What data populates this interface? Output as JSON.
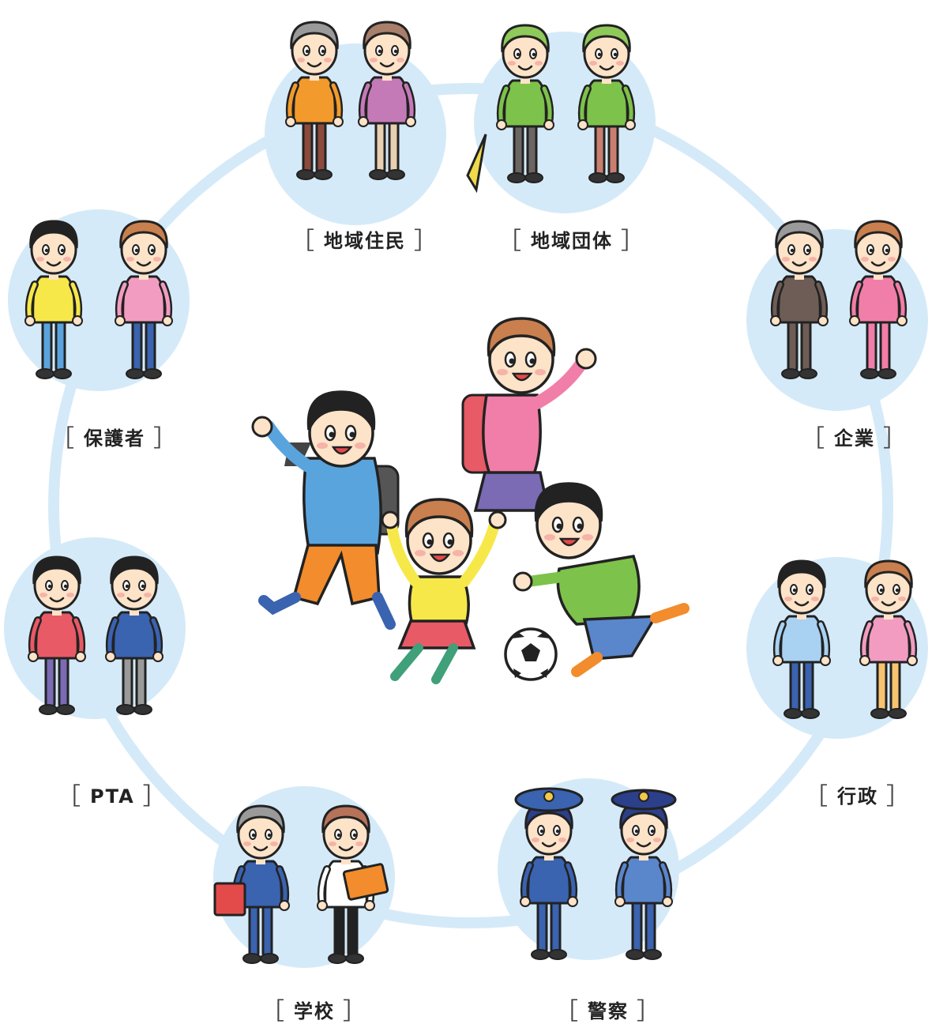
{
  "colors": {
    "ring": "#d5eaf8",
    "bubble": "#d5eaf8",
    "outline": "#222222",
    "skin": "#fde3c8"
  },
  "center": {
    "group_label": "",
    "characters": [
      "boy-with-backpack",
      "girl-with-backpack",
      "girl-yellow-shirt",
      "boy-running",
      "soccer-ball"
    ]
  },
  "groups": [
    {
      "id": "residents",
      "label": "地域住民",
      "icon": "elderly-couple-icon"
    },
    {
      "id": "community",
      "label": "地域団体",
      "icon": "community-volunteers-icon"
    },
    {
      "id": "company",
      "label": "企業",
      "icon": "business-people-icon"
    },
    {
      "id": "government",
      "label": "行政",
      "icon": "city-staff-icon"
    },
    {
      "id": "police",
      "label": "警察",
      "icon": "police-officers-icon"
    },
    {
      "id": "school",
      "label": "学校",
      "icon": "teachers-icon"
    },
    {
      "id": "pta",
      "label": "PTA",
      "icon": "pta-members-icon"
    },
    {
      "id": "guardians",
      "label": "保護者",
      "icon": "parents-icon"
    }
  ]
}
